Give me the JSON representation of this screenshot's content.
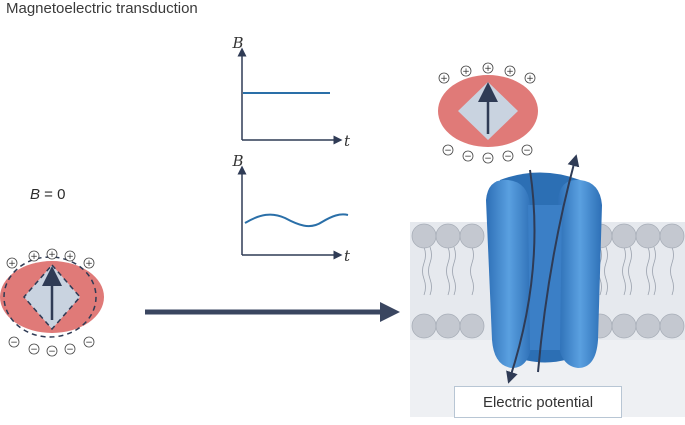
{
  "title": "Magnetoelectric transduction",
  "field_label": {
    "var": "B",
    "rest": " = 0"
  },
  "static_plot": {
    "ylabel": "B",
    "xlabel": "t"
  },
  "dynamic_plot": {
    "ylabel": "B",
    "xlabel": "t"
  },
  "membrane_caption": "Electric potential",
  "colors": {
    "particle_red": "#e07a78",
    "particle_core": "#c9d3e0",
    "arrow_dark": "#2f3b55",
    "plot_line": "#2a6fa8",
    "channel_blue": "#3f88cf",
    "lipid_head": "#c4c8d0",
    "membrane_bg": "#eef0f3"
  }
}
